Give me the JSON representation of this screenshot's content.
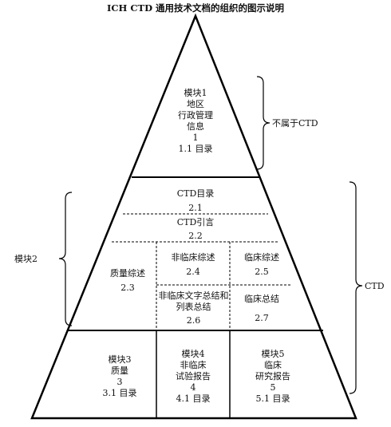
{
  "title": "ICH CTD 通用技术文档的组织的图示说明",
  "module1": {
    "lines": [
      "模块1",
      "地区",
      "行政管理",
      "信息",
      "1",
      "1.1  目录"
    ]
  },
  "module2": {
    "ctd_toc": {
      "label": "CTD目录",
      "number": "2.1"
    },
    "ctd_intro": {
      "label": "CTD引言",
      "number": "2.2"
    },
    "quality_overall": {
      "label": "质量综述",
      "number": "2.3"
    },
    "nonclinical_overview": {
      "label": "非临床综述",
      "number": "2.4"
    },
    "clinical_overview": {
      "label": "临床综述",
      "number": "2.5"
    },
    "nonclinical_summary": {
      "lines": [
        "非临床文字总结和",
        "列表总结"
      ],
      "number": "2.6"
    },
    "clinical_summary": {
      "label": "临床总结",
      "number": "2.7"
    }
  },
  "module3": {
    "lines": [
      "模块3",
      "质量",
      "3",
      "3.1  目录"
    ]
  },
  "module4": {
    "lines": [
      "模块4",
      "非临床",
      "试验报告",
      "4",
      "4.1  目录"
    ]
  },
  "module5": {
    "lines": [
      "模块5",
      "临床",
      "研究报告",
      "5",
      "5.1  目录"
    ]
  },
  "labels": {
    "not_ctd": "不属于CTD",
    "module2": "模块2",
    "ctd": "CTD"
  }
}
